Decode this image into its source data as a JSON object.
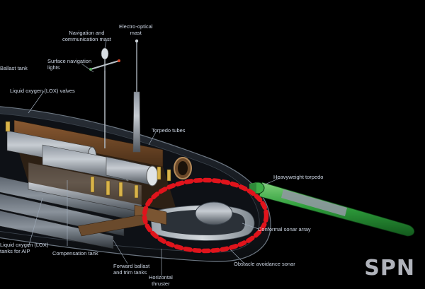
{
  "labels": {
    "ballast_tank": "Ballast tank",
    "nav_comm_mast": "Navigation and\ncommunication mast",
    "electro_optical_mast": "Electro-optical\nmast",
    "surface_nav_lights": "Surface navigation\nlights",
    "lox_valves": "Liquid oxygen (LOX) valves",
    "torpedo_tubes": "Torpedo tubes",
    "heavyweight_torpedo": "Heavyweight torpedo",
    "conformal_sonar_array": "Conformal sonar array",
    "obstacle_avoidance_sonar": "Obstacle avoidance sonar",
    "lox_tanks_aip": "Liquid oxygen (LOX)\ntanks for AIP",
    "compensation_tank": "Compensation tank",
    "forward_ballast_trim": "Forward ballast\nand trim tanks",
    "horizontal_thruster": "Horizontal\nthruster"
  },
  "watermark": "SPN",
  "colors": {
    "background": "#000000",
    "highlight_ring": "#e0141c",
    "torpedo_green": "#2f9e3c",
    "label_text": "#cfd8e6"
  }
}
